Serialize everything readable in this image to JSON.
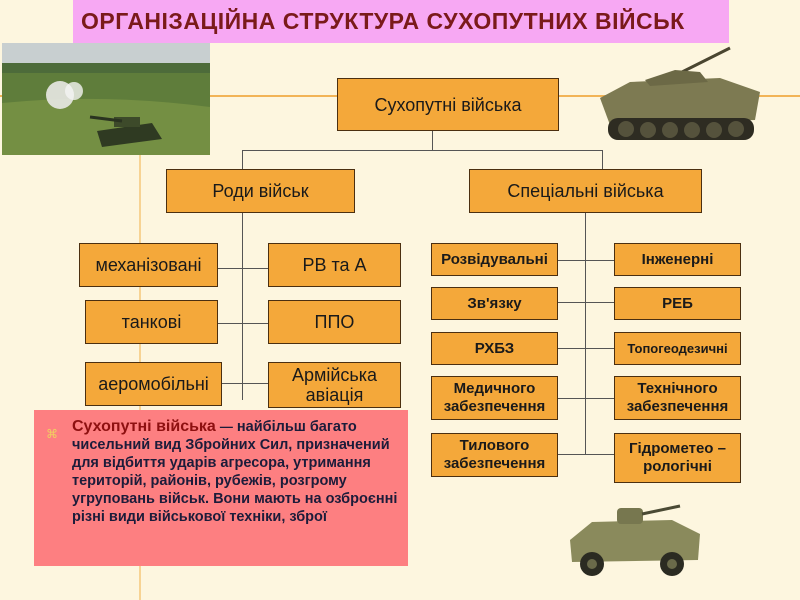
{
  "title": "Організаційна  структура сухопутних  військ",
  "root": "Сухопутні  війська",
  "branches": {
    "left": "Роди військ",
    "right": "Спеціальні війська"
  },
  "combat_arms": {
    "left_column": [
      "механізовані",
      "танкові",
      "аеромобільні"
    ],
    "right_column": [
      "РВ та А",
      "ППО",
      "Армійська авіація"
    ]
  },
  "special_troops": {
    "left_column": [
      "Розвідувальні",
      "Зв'язку",
      "РХБЗ",
      "Медичного забезпечення",
      "Тилового забезпечення"
    ],
    "right_column": [
      "Інженерні",
      "РЕБ",
      "Топогеодезичні",
      "Технічного забезпечення",
      "Гідрометео – рологічні"
    ]
  },
  "note": {
    "bullet": "⌘",
    "lead": "Сухопутні  війська",
    "dash": "—",
    "text": "найбільш багато чисельний вид Збройних Сил, призначений для відбиття ударів агресора, утримання територій, районів, рубежів, розгрому угруповань військ. Вони мають на озброєнні різні види військової техніки, зброї"
  },
  "colors": {
    "background": "#fdf6df",
    "title_bg": "#f7a8f3",
    "box_fill": "#f4a83a",
    "note_bg": "#fd7f81"
  }
}
